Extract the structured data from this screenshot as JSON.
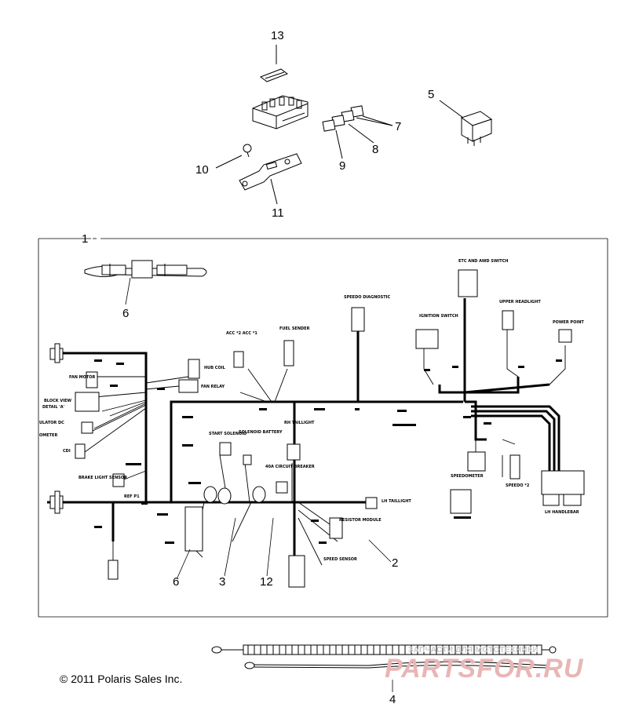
{
  "callouts": {
    "c1": "1",
    "c2": "2",
    "c3": "3",
    "c4": "4",
    "c5": "5",
    "c6a": "6",
    "c6b": "6",
    "c7": "7",
    "c8": "8",
    "c9": "9",
    "c10": "10",
    "c11": "11",
    "c12": "12",
    "c13": "13"
  },
  "labels": {
    "etc_awd": "ETC AND AWD SWITCH",
    "upper_headlight": "UPPER HEADLIGHT",
    "power_point": "POWER POINT",
    "ignition_switch": "IGNITION SWITCH",
    "speedo_diagnostic": "SPEEDO DIAGNOSTIC",
    "fuel_sender": "FUEL SENDER",
    "acc": "ACC *2  ACC *1",
    "hub_coil": "HUB COIL",
    "fan_relay": "FAN RELAY",
    "fan_motor": "FAN MOTOR",
    "block_view": "BLOCK VIEW",
    "detail_a": "DETAIL 'A'",
    "regulator": "ULATOR DC",
    "odometer": "OMETER",
    "cdi": "CDI",
    "brake_light": "BRAKE LIGHT SENSOR",
    "start_solenoid": "START SOLENOID",
    "solenoid_battery": "SOLENOID BATTERY",
    "rh_taillight": "RH TAILLIGHT",
    "circuit_breaker": "40A CIRCUIT BREAKER",
    "lh_taillight": "LH TAILLIGHT",
    "resistor_module": "RESISTOR MODULE",
    "speed_sensor": "SPEED SENSOR",
    "speedometer": "SPEEDOMETER",
    "speedo2": "SPEEDO *2",
    "lh_handlebar": "LH HANDLEBAR",
    "ref": "REF P1"
  },
  "copyright": "© 2011 Polaris Sales Inc.",
  "watermark": {
    "line": "ЗАПЧАСТИ ДЛЯ МОТОТЕХНИКИ",
    "logo": "PARTSFOR.RU"
  }
}
